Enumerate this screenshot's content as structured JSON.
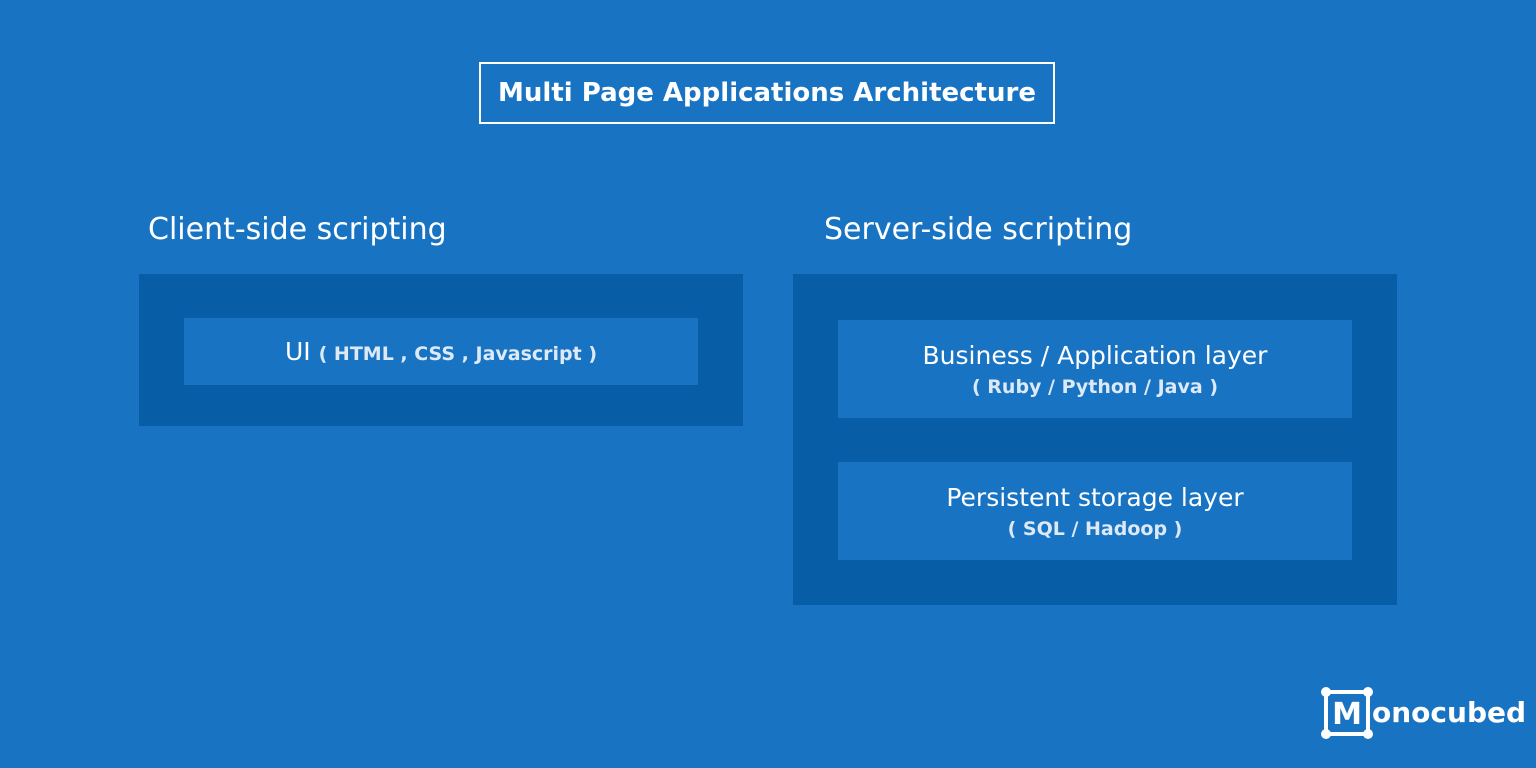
{
  "title": "Multi Page Applications Architecture",
  "client": {
    "heading": "Client-side scripting",
    "layers": [
      {
        "main": "UI",
        "sub": "( HTML , CSS , Javascript )"
      }
    ]
  },
  "server": {
    "heading": "Server-side scripting",
    "layers": [
      {
        "main": "Business / Application layer",
        "sub": "( Ruby / Python / Java )"
      },
      {
        "main": "Persistent storage layer",
        "sub": "( SQL / Hadoop )"
      }
    ]
  },
  "logo": {
    "letter": "M",
    "text": "onocubed"
  },
  "colors": {
    "background": "#1874c3",
    "panel": "#075ea6",
    "text": "#ffffff"
  }
}
